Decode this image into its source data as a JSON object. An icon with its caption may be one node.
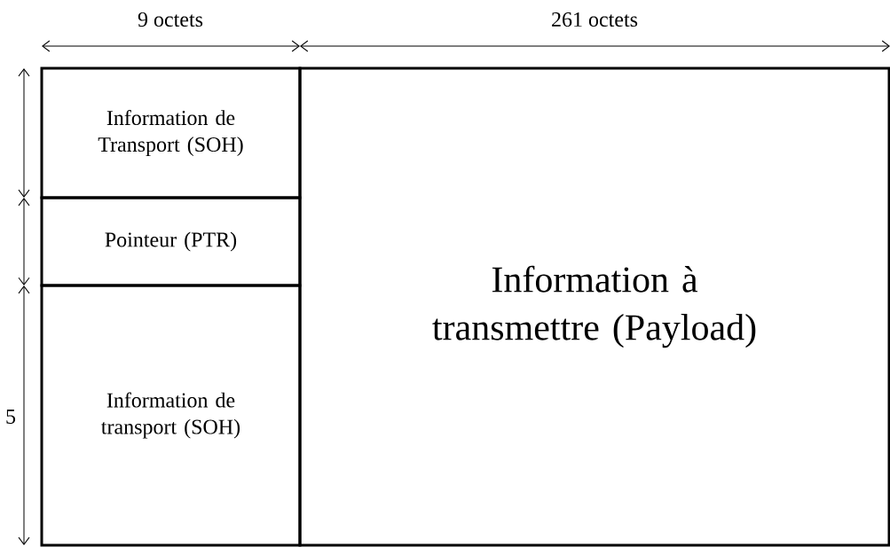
{
  "diagram": {
    "nodes": [
      {
        "text": [
          "Information de Transport (SOH)"
        ]
      },
      {
        "text": [
          "Pointeur (PTR)"
        ]
      },
      {
        "text": [
          "Information de transport (SOH)"
        ]
      },
      {
        "text": [
          "Information à transmettre (Payload)"
        ]
      }
    ],
    "labels": [
      "9 octets",
      "261 octets",
      "5"
    ]
  }
}
